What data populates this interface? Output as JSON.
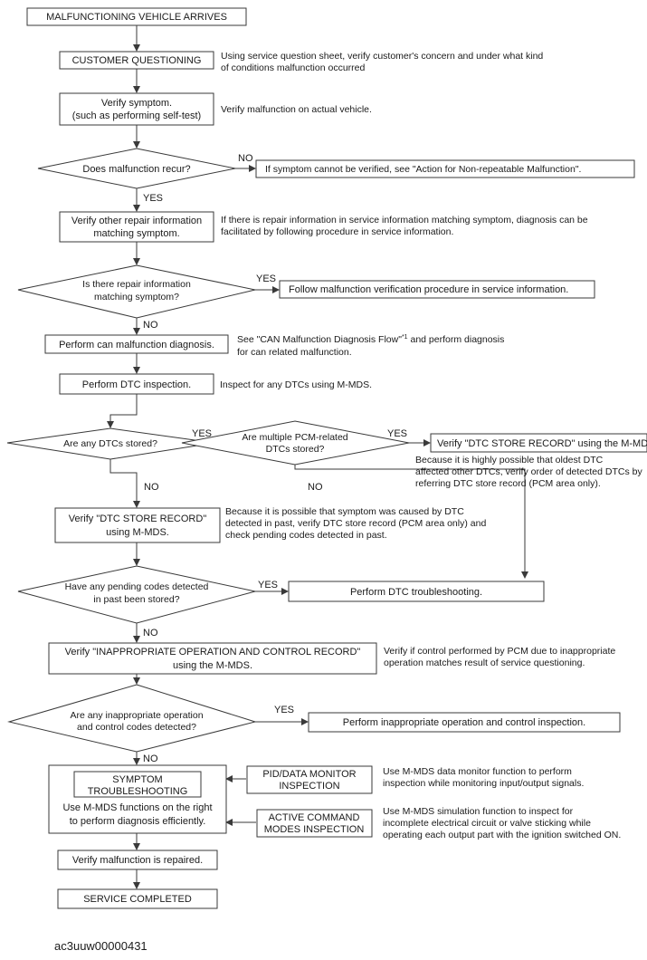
{
  "boxes": {
    "arrives": "MALFUNCTIONING VEHICLE ARRIVES",
    "questioning": "CUSTOMER QUESTIONING",
    "verify_symptom_1": "Verify symptom.",
    "verify_symptom_2": "(such as performing self-test)",
    "repair_info_1": "Verify other repair information",
    "repair_info_2": "matching symptom.",
    "not_verified": "If symptom cannot be verified, see \"Action for Non-repeatable Malfunction\".",
    "follow_verification": "Follow malfunction verification procedure in service information.",
    "can_diag": "Perform can malfunction diagnosis.",
    "dtc_inspection": "Perform DTC inspection.",
    "verify_dtc_store": "Verify  \"DTC STORE RECORD\" using the M-MDS.",
    "verify_dtc_store2_1": "Verify \"DTC STORE RECORD\"",
    "verify_dtc_store2_2": "using M-MDS.",
    "dtc_troubleshooting": "Perform DTC troubleshooting.",
    "inappropriate_1": "Verify \"INAPPROPRIATE OPERATION AND CONTROL RECORD\"",
    "inappropriate_2": "using the M-MDS.",
    "inappropriate_inspection": "Perform inappropriate operation and control inspection.",
    "symptom_1": "SYMPTOM",
    "symptom_2": "TROUBLESHOOTING",
    "symptom_desc_1": "Use M-MDS functions on the right",
    "symptom_desc_2": "to perform diagnosis efficiently.",
    "pid_1": "PID/DATA MONITOR",
    "pid_2": "INSPECTION",
    "active_1": "ACTIVE COMMAND",
    "active_2": "MODES INSPECTION",
    "verify_repaired": "Verify malfunction is repaired.",
    "completed": "SERVICE COMPLETED"
  },
  "decisions": {
    "recur": "Does malfunction recur?",
    "repair_info_1": "Is there repair information",
    "repair_info_2": "matching symptom?",
    "dtcs_stored": "Are any DTCs stored?",
    "multiple_pcm_1": "Are multiple PCM-related",
    "multiple_pcm_2": "DTCs stored?",
    "pending_1": "Have any pending codes detected",
    "pending_2": "in past been stored?",
    "inappropriate_1": "Are any inappropriate operation",
    "inappropriate_2": "and control codes detected?"
  },
  "labels": {
    "yes": "YES",
    "no": "NO"
  },
  "notes": {
    "questioning_1": "Using service question sheet, verify customer's concern and under what kind",
    "questioning_2": "of conditions malfunction occurred",
    "verify_symptom": "Verify malfunction on actual vehicle.",
    "repair_info_1": "If there is repair information in service information matching symptom, diagnosis can be",
    "repair_info_2": "facilitated by following procedure in service information.",
    "can_1a": "See \"CAN Malfunction Diagnosis Flow\"",
    "can_1sup": "*1",
    "can_1b": " and perform diagnosis",
    "can_2": "for can related malfunction.",
    "dtc_inspect": "Inspect for any DTCs using M-MDS.",
    "oldest_1": "Because it is highly possible that oldest DTC",
    "oldest_2": "affected other DTCs, verify order of detected DTCs by",
    "oldest_3": "referring DTC store record (PCM area only).",
    "past_1": "Because it is possible that symptom was caused by DTC",
    "past_2": "detected in past, verify DTC store record (PCM area only) and",
    "past_3": "check pending codes detected in past.",
    "pcm_1": "Verify if control performed by PCM due to inappropriate",
    "pcm_2": "operation matches result of service questioning.",
    "pid_1": "Use M-MDS data monitor function to perform",
    "pid_2": "inspection while monitoring input/output signals.",
    "active_1": "Use M-MDS simulation function to inspect for",
    "active_2": "incomplete electrical circuit or valve sticking while",
    "active_3": "operating each output part with the ignition switched ON."
  },
  "footer": "ac3uuw00000431"
}
